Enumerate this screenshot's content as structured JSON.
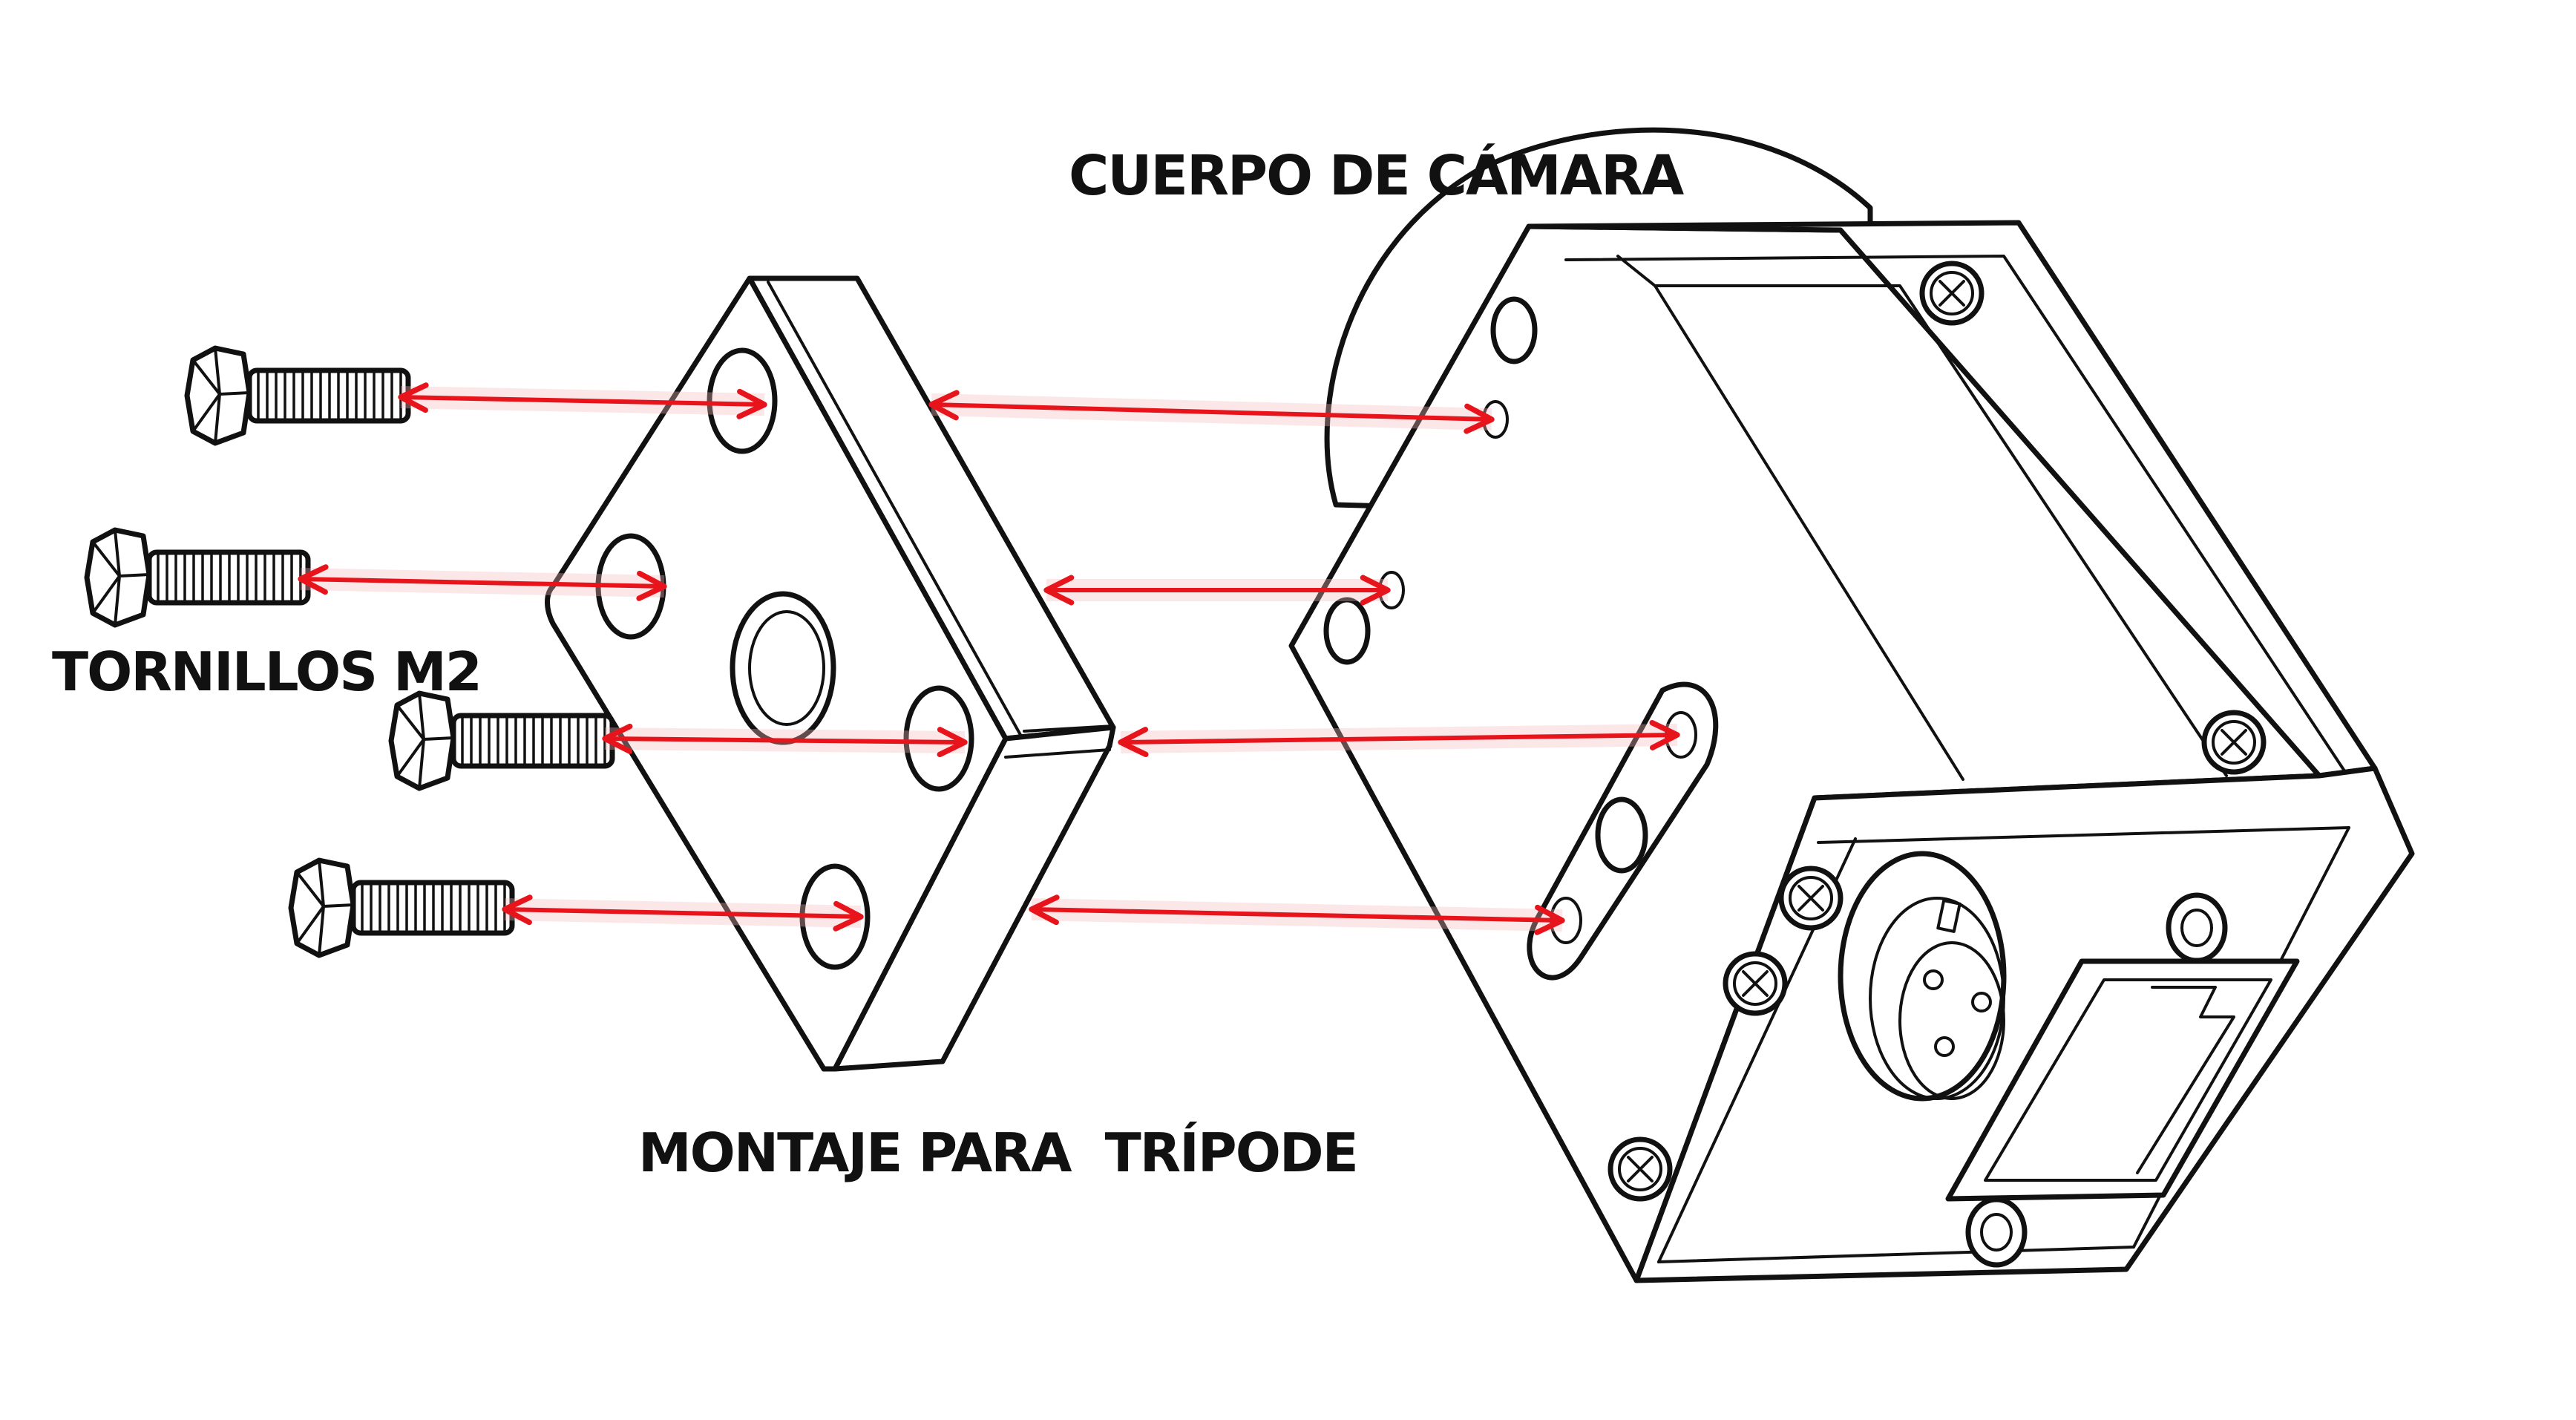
{
  "labels": {
    "camera_body": "CUERPO DE CÁMARA",
    "screws": "TORNILLOS M2",
    "tripod_mount": "MONTAJE PARA  TRÍPODE"
  },
  "colors": {
    "arrow": "#e8141c",
    "arrow_glow": "#f7b9bc",
    "ink": "#111111",
    "background": "#ffffff"
  },
  "icons": [
    "screw-icon",
    "tripod-plate-icon",
    "camera-body-icon",
    "arrow-icon"
  ]
}
